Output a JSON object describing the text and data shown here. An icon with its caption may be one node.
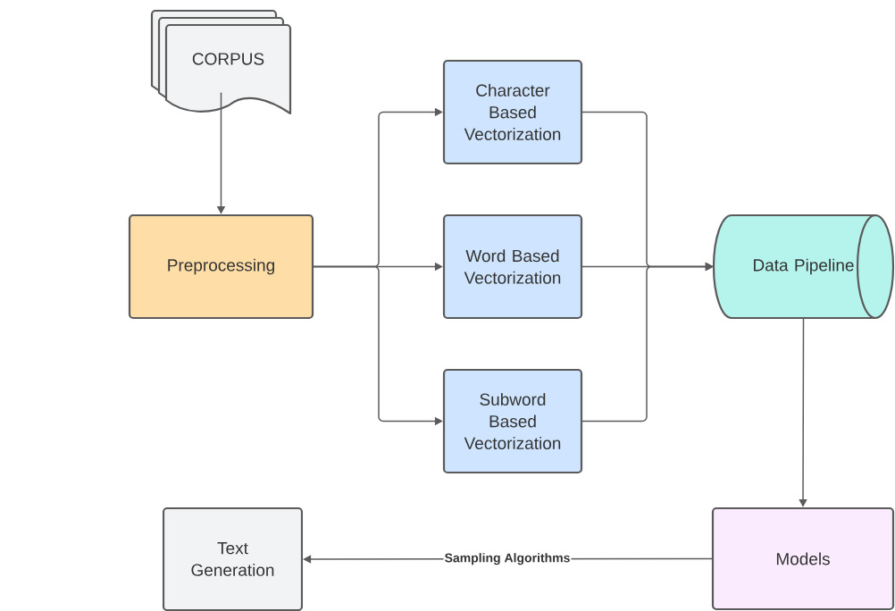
{
  "diagram": {
    "nodes": [
      {
        "text": [
          "CORPUS"
        ]
      },
      {
        "text": [
          "Preprocessing"
        ]
      },
      {
        "text": [
          "Character Based Vectorization"
        ]
      },
      {
        "text": [
          "Word Based Vectorization"
        ]
      },
      {
        "text": [
          "Subword Based Vectorization"
        ]
      },
      {
        "text": [
          "Data Pipeline"
        ]
      },
      {
        "text": [
          "Models"
        ]
      },
      {
        "text": [
          "Text Generation"
        ]
      }
    ],
    "edges": [
      {
        "from": 0,
        "to": 1,
        "arrow": "to"
      },
      {
        "from": 1,
        "to": 2,
        "arrow": "to"
      },
      {
        "from": 1,
        "to": 3,
        "arrow": "to"
      },
      {
        "from": 1,
        "to": 4,
        "arrow": "to"
      },
      {
        "from": 2,
        "to": 5,
        "arrow": "to"
      },
      {
        "from": 3,
        "to": 5,
        "arrow": "to"
      },
      {
        "from": 4,
        "to": 5,
        "arrow": "to"
      },
      {
        "from": 5,
        "to": 6,
        "arrow": "to"
      },
      {
        "from": 6,
        "to": 7,
        "label": "Sampling Algorithms",
        "arrow": "to"
      }
    ]
  }
}
